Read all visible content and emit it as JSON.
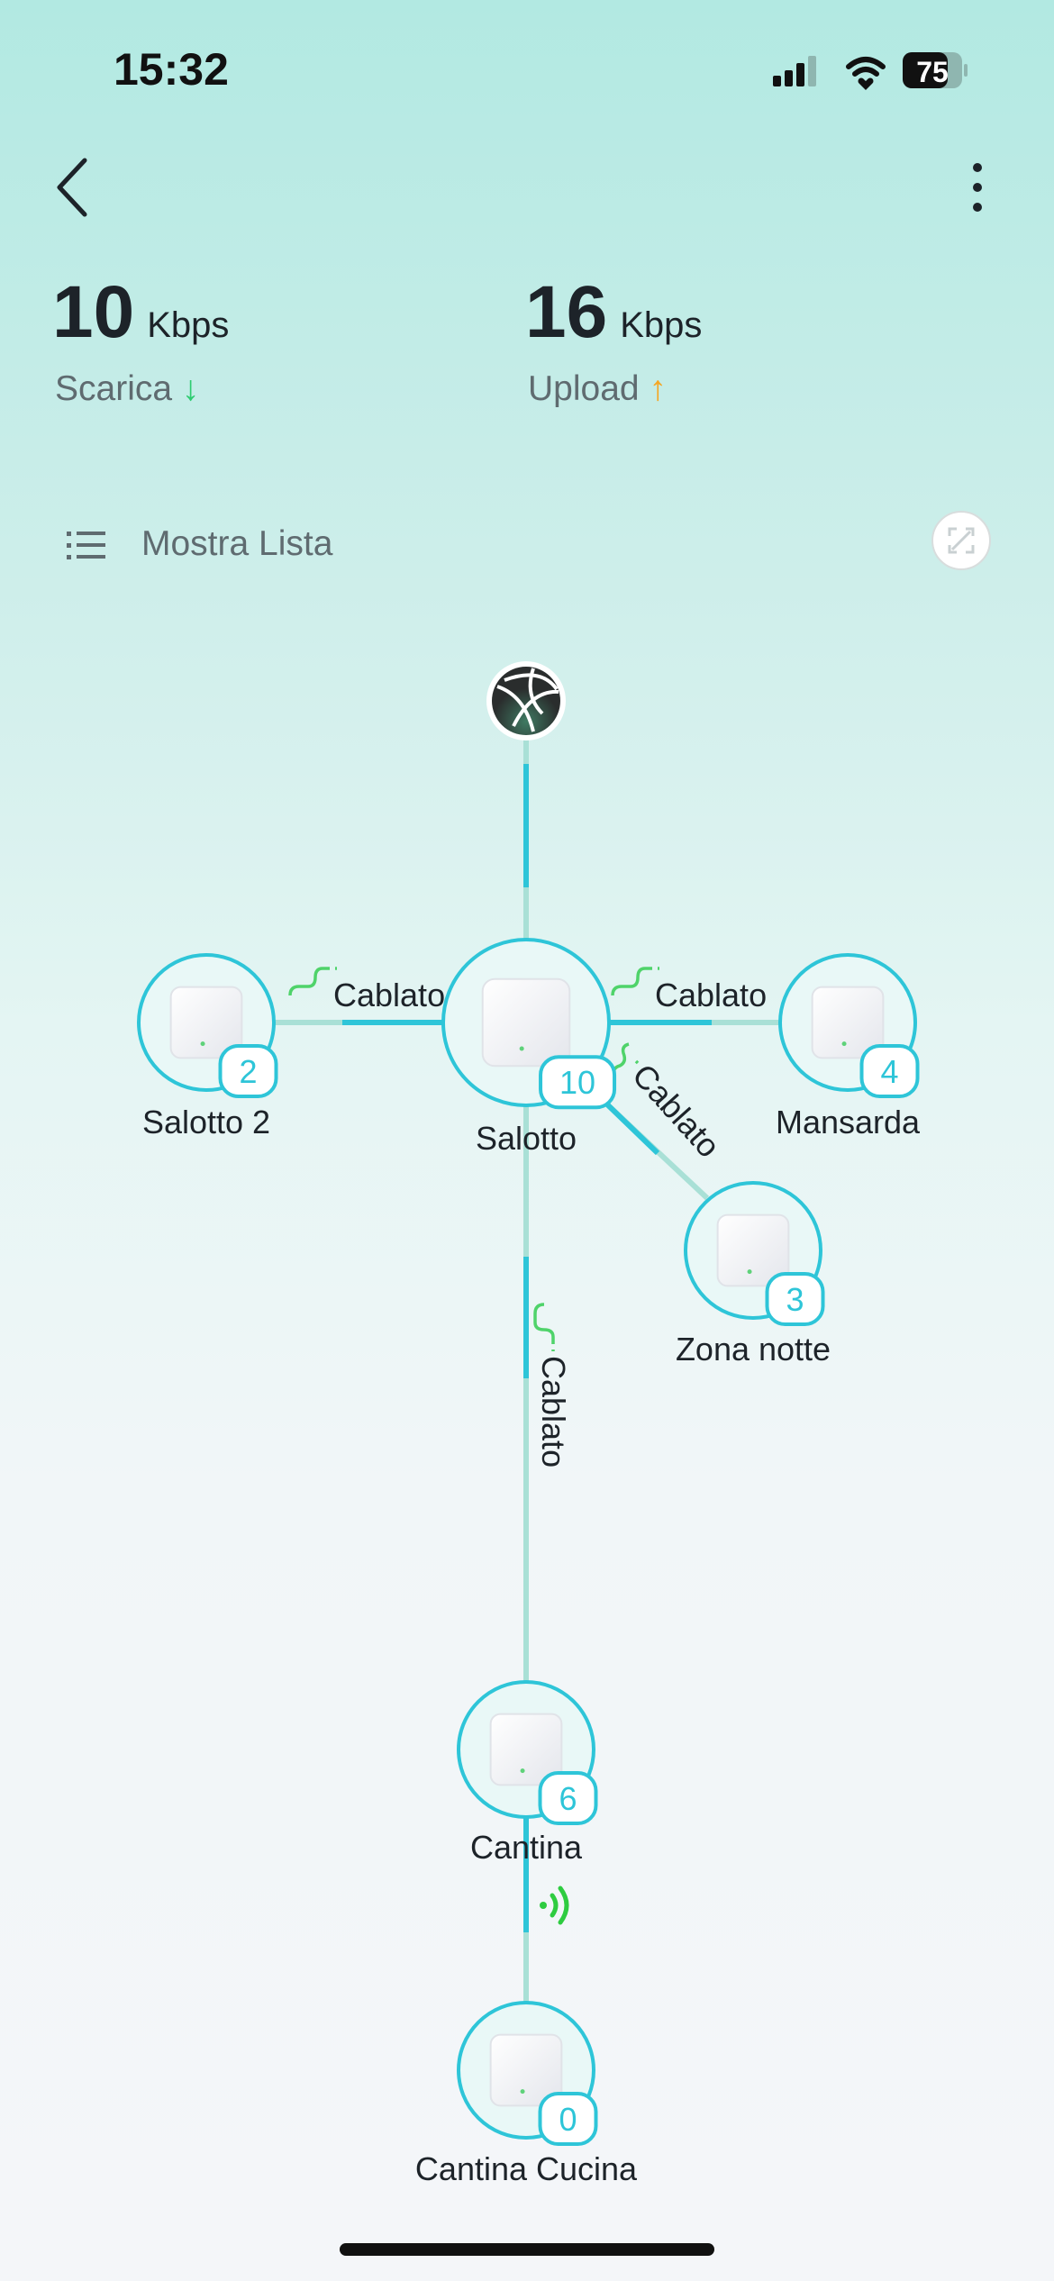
{
  "status_bar": {
    "time": "15:32",
    "battery": "75"
  },
  "header": {
    "back_icon": "chevron-left-icon",
    "menu_icon": "more-vertical-icon"
  },
  "speeds": {
    "download": {
      "value": "10",
      "unit": "Kbps",
      "label": "Scarica",
      "arrow": "↓",
      "color": "#2ecc71"
    },
    "upload": {
      "value": "16",
      "unit": "Kbps",
      "label": "Upload",
      "arrow": "↑",
      "color": "#f5a623"
    }
  },
  "toolbar": {
    "list_label": "Mostra Lista"
  },
  "links": {
    "wired_label": "Cablato"
  },
  "nodes": [
    {
      "name": "Salotto",
      "clients": "10"
    },
    {
      "name": "Salotto 2",
      "clients": "2"
    },
    {
      "name": "Mansarda",
      "clients": "4"
    },
    {
      "name": "Zona notte",
      "clients": "3"
    },
    {
      "name": "Cantina",
      "clients": "6"
    },
    {
      "name": "Cantina Cucina",
      "clients": "0"
    }
  ],
  "colors": {
    "accent": "#2ec5d8",
    "link_base": "#a9e0d6",
    "wired_icon": "#4fd36a"
  }
}
